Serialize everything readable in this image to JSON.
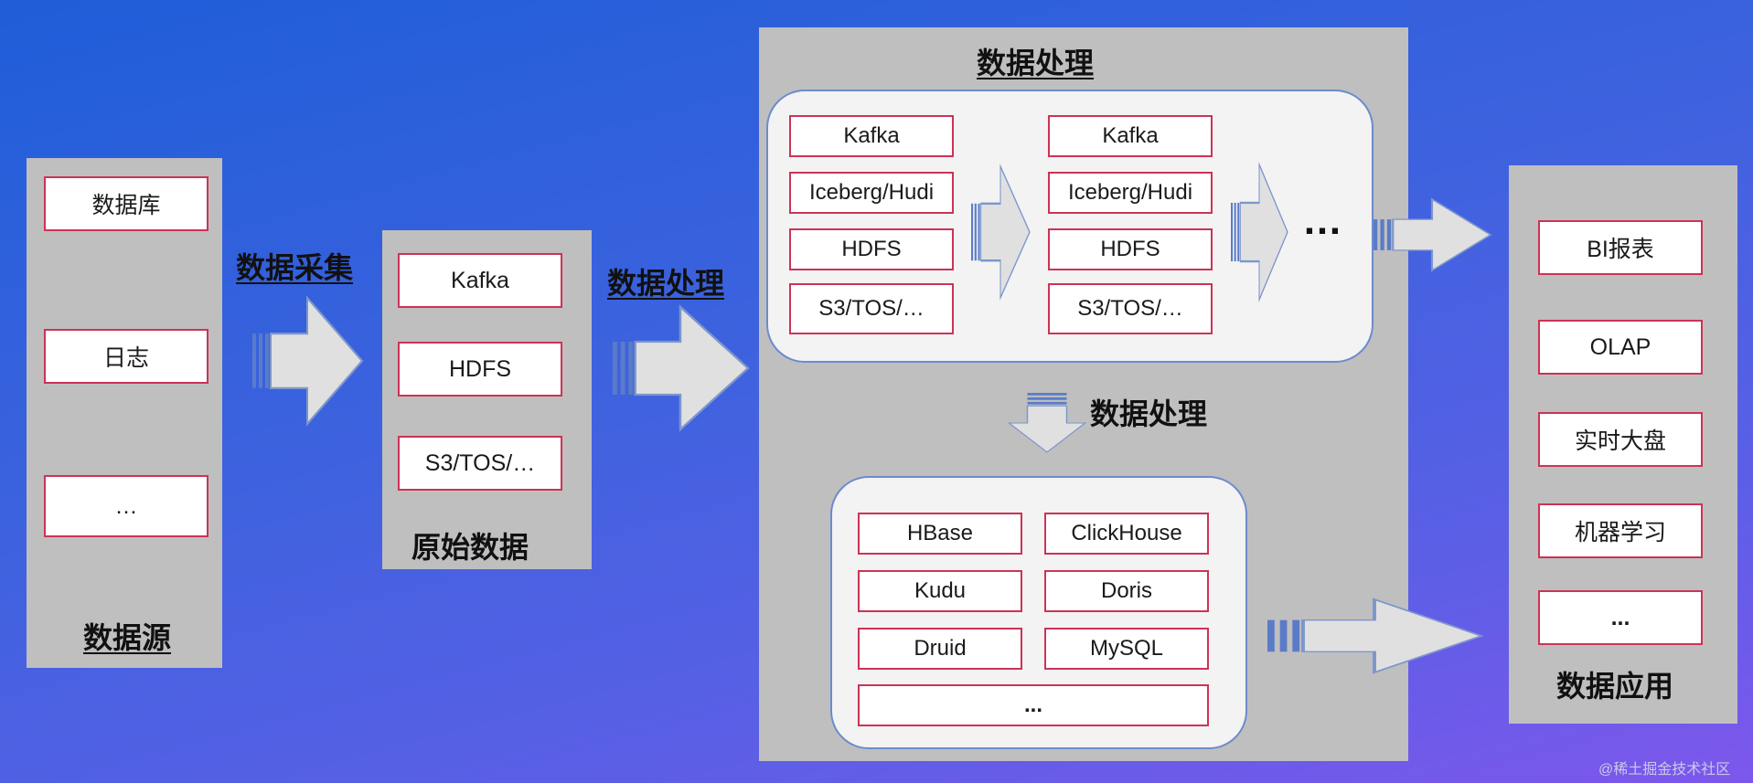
{
  "source": {
    "title": "数据源",
    "items": [
      "数据库",
      "日志",
      "…"
    ]
  },
  "collect_label": "数据采集",
  "raw": {
    "title": "原始数据",
    "items": [
      "Kafka",
      "HDFS",
      "S3/TOS/…"
    ]
  },
  "process_label": "数据处理",
  "processing": {
    "title": "数据处理",
    "stage1": [
      "Kafka",
      "Iceberg/Hudi",
      "HDFS",
      "S3/TOS/…"
    ],
    "stage2": [
      "Kafka",
      "Iceberg/Hudi",
      "HDFS",
      "S3/TOS/…"
    ],
    "more": "…",
    "down_label": "数据处理",
    "storage": [
      "HBase",
      "ClickHouse",
      "Kudu",
      "Doris",
      "Druid",
      "MySQL"
    ],
    "storage_more": "..."
  },
  "application": {
    "title": "数据应用",
    "items": [
      "BI报表",
      "OLAP",
      "实时大盘",
      "机器学习",
      "..."
    ]
  },
  "watermark": "@稀土掘金技术社区",
  "colors": {
    "panel": "#bfbfbf",
    "cell_border": "#cc3355",
    "bubble_border": "#6b8ccc",
    "arrow_fill": "#e0e0e0",
    "arrow_stroke": "#5a7cc8"
  }
}
